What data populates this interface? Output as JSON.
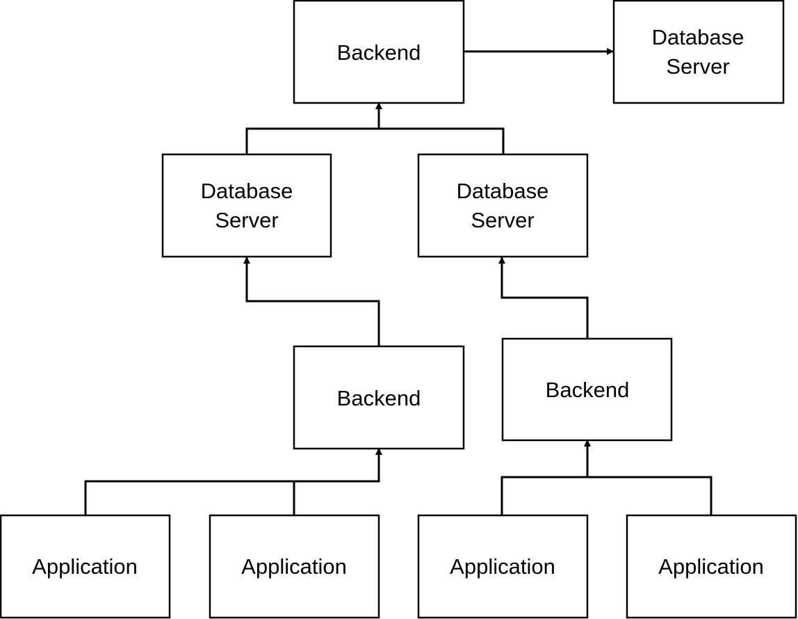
{
  "nodes": {
    "top_backend": {
      "lines": [
        "Backend"
      ]
    },
    "top_database_server": {
      "lines": [
        "Database",
        "Server"
      ]
    },
    "left_database_server": {
      "lines": [
        "Database",
        "Server"
      ]
    },
    "right_database_server": {
      "lines": [
        "Database",
        "Server"
      ]
    },
    "left_backend": {
      "lines": [
        "Backend"
      ]
    },
    "right_backend": {
      "lines": [
        "Backend"
      ]
    },
    "application_1": {
      "lines": [
        "Application"
      ]
    },
    "application_2": {
      "lines": [
        "Application"
      ]
    },
    "application_3": {
      "lines": [
        "Application"
      ]
    },
    "application_4": {
      "lines": [
        "Application"
      ]
    }
  },
  "edges": [
    {
      "from": "top_backend",
      "to": "top_database_server"
    },
    {
      "from": "left_database_server",
      "to": "top_backend"
    },
    {
      "from": "right_database_server",
      "to": "top_backend"
    },
    {
      "from": "left_backend",
      "to": "left_database_server"
    },
    {
      "from": "right_backend",
      "to": "right_database_server"
    },
    {
      "from": "application_1",
      "to": "left_backend"
    },
    {
      "from": "application_2",
      "to": "left_backend"
    },
    {
      "from": "application_3",
      "to": "right_backend"
    },
    {
      "from": "application_4",
      "to": "right_backend"
    }
  ],
  "colors": {
    "stroke": "#000000",
    "fill": "#ffffff",
    "text": "#000000"
  }
}
